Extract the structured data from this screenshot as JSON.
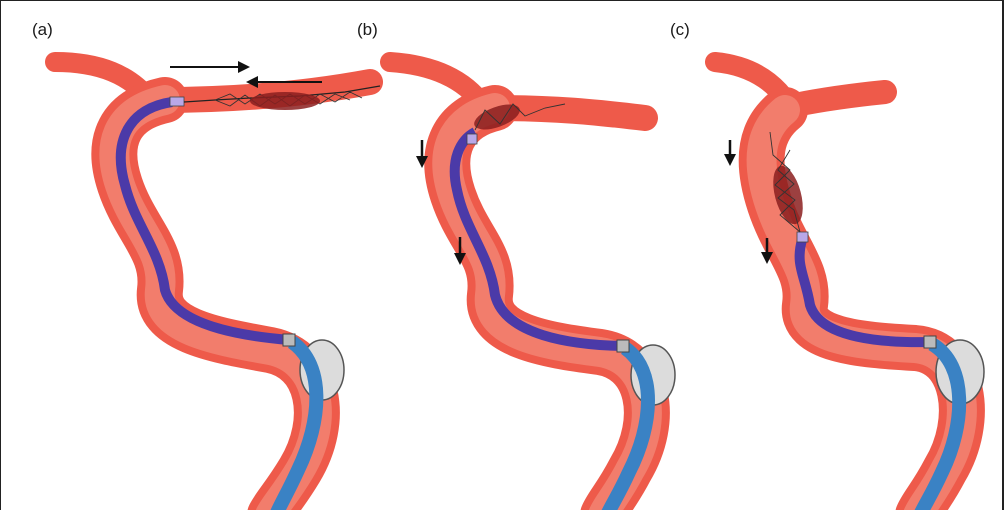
{
  "figure": {
    "panels": [
      {
        "label": "(a)",
        "id": "a"
      },
      {
        "label": "(b)",
        "id": "b"
      },
      {
        "label": "(c)",
        "id": "c"
      }
    ],
    "colors": {
      "vessel_outer": "#ee5a4a",
      "vessel_inner": "#f27d6c",
      "catheter": "#4b3aa8",
      "guide_catheter": "#3a82c4",
      "balloon": "#dcdcdc",
      "clot": "#8b1e1e",
      "arrow": "#111111"
    },
    "icons": {
      "arrow_right": "arrow-right-icon",
      "arrow_left": "arrow-left-icon",
      "arrow_down": "arrow-down-icon"
    }
  }
}
